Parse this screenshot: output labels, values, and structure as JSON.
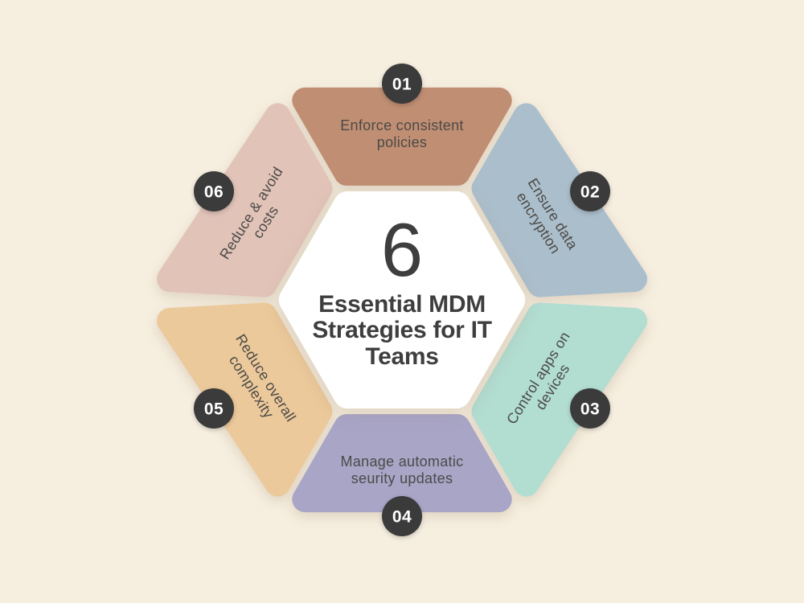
{
  "canvas": {
    "background": "#f6efe0"
  },
  "center": {
    "number": "6",
    "title": "Essential MDM Strategies for IT Teams",
    "bg": "#ffffff",
    "text_color": "#3e3e3e"
  },
  "badge_style": {
    "bg": "#3b3b3b",
    "text_color": "#ffffff"
  },
  "label_text_color": "#4b4a47",
  "segments": [
    {
      "number": "01",
      "label": "Enforce consistent policies",
      "color": "#c08e73",
      "position": "top"
    },
    {
      "number": "02",
      "label": "Ensure data encryption",
      "color": "#abbecb",
      "position": "top-right"
    },
    {
      "number": "03",
      "label": "Control apps on devices",
      "color": "#b2ddd1",
      "position": "bottom-right"
    },
    {
      "number": "04",
      "label": "Manage automatic seurity updates",
      "color": "#a8a5c7",
      "position": "bottom"
    },
    {
      "number": "05",
      "label": "Reduce overall complexity",
      "color": "#ecc99b",
      "position": "bottom-left"
    },
    {
      "number": "06",
      "label": "Reduce & avoid costs",
      "color": "#e1c3b8",
      "position": "top-left"
    }
  ]
}
